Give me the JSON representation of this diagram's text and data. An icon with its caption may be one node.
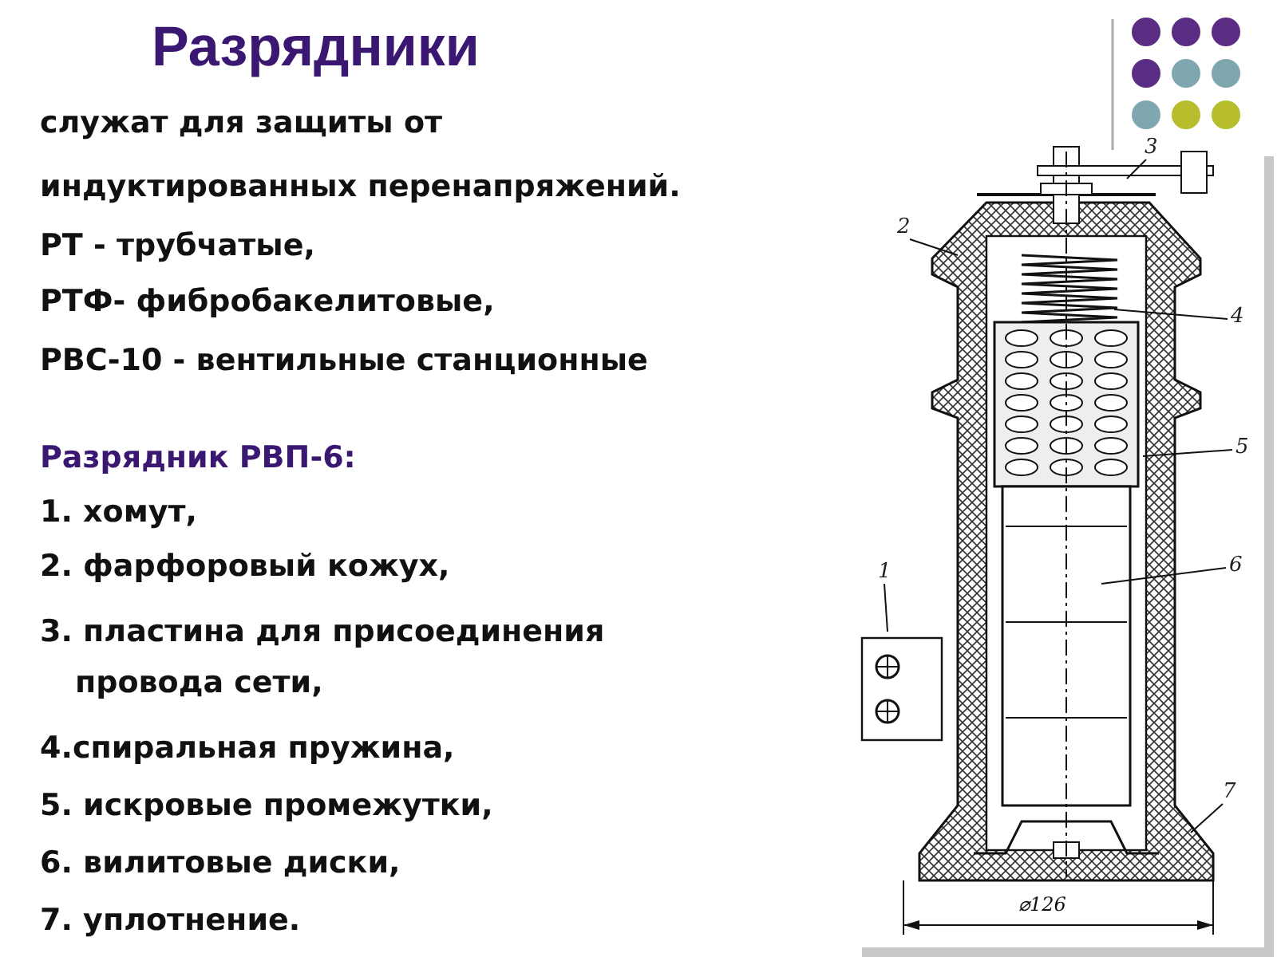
{
  "diagram": {
    "title": "Разрядники",
    "nodes": [
      {
        "text": [
          "3"
        ]
      },
      {
        "text": [
          "2"
        ]
      },
      {
        "text": [
          "4"
        ]
      },
      {
        "text": [
          "5"
        ]
      },
      {
        "text": [
          "6"
        ]
      },
      {
        "text": [
          "1"
        ]
      },
      {
        "text": [
          "7"
        ]
      }
    ],
    "edges": [
      {
        "from": 0,
        "to": null,
        "arrow": "none"
      },
      {
        "from": 1,
        "to": null,
        "arrow": "none"
      },
      {
        "from": 2,
        "to": null,
        "arrow": "none"
      },
      {
        "from": 3,
        "to": null,
        "arrow": "none"
      },
      {
        "from": 4,
        "to": null,
        "arrow": "none"
      },
      {
        "from": 5,
        "to": null,
        "arrow": "none"
      },
      {
        "from": 6,
        "to": null,
        "arrow": "none"
      }
    ],
    "labels": [
      "служат для защиты от",
      "индуктированных перенапряжений.",
      "РТ - трубчатые,",
      "РТФ- фибробакелитовые,",
      "РВС-10 - вентильные станционные",
      "Разрядник РВП-6:",
      "1. хомут,",
      "2. фарфоровый кожух,",
      "3. пластина для присоединения провода сети,",
      "4.спиральная пружина,",
      "5. искровые промежутки,",
      "6. вилитовые диски,",
      "7. уплотнение.",
      "⌀126"
    ]
  }
}
